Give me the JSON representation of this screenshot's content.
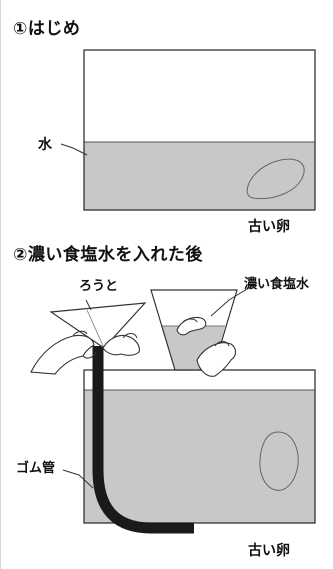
{
  "step1": {
    "title": "①はじめ",
    "labels": {
      "water": "水",
      "egg": "古い卵"
    }
  },
  "step2": {
    "title": "②濃い食塩水を入れた後",
    "labels": {
      "funnel": "ろうと",
      "salt_water": "濃い食塩水",
      "rubber_tube": "ゴム管",
      "egg": "古い卵"
    }
  },
  "colors": {
    "water": "#c8c8c8",
    "outline": "#333333",
    "tube": "#1a1a1a"
  }
}
